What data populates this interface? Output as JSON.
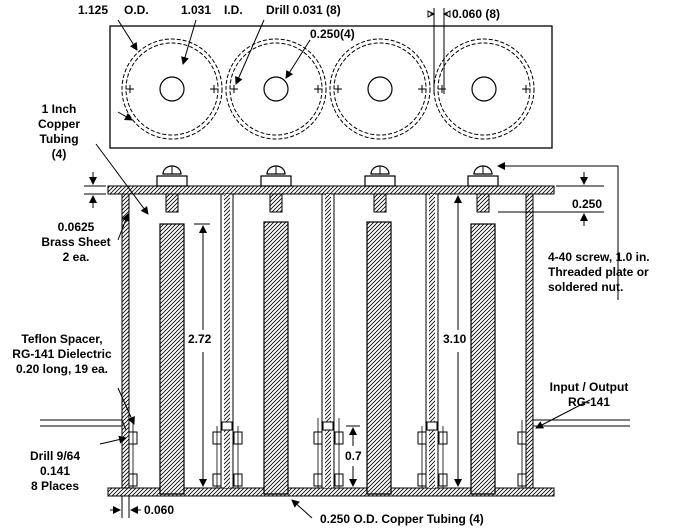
{
  "top_view": {
    "od_value": "1.125",
    "od_label": "O.D.",
    "id_value": "1.031",
    "id_label": "I.D.",
    "drill_label": "Drill 0.031 (8)",
    "hole_label": "0.250(4)",
    "gap_label": "0.060 (8)"
  },
  "left": {
    "copper_tubing": [
      "1 Inch",
      "Copper",
      "Tubing",
      "(4)"
    ],
    "brass_sheet": [
      "0.0625",
      "Brass Sheet",
      "2 ea."
    ],
    "teflon_spacer": [
      "Teflon Spacer,",
      "RG-141 Dielectric",
      "0.20 long, 19 ea."
    ],
    "drill": [
      "Drill 9/64",
      "0.141",
      "8 Places"
    ]
  },
  "right": {
    "screw_note": [
      "4-40 screw, 1.0  in.",
      "Threaded plate or",
      "soldered nut."
    ],
    "io_label": [
      "Input / Output",
      "RG-141"
    ],
    "dim_0250": "0.250"
  },
  "dims": {
    "d272": "2.72",
    "d310": "3.10",
    "d07": "0.7",
    "d060": "0.060",
    "bottom_tubing": "0.250  O.D. Copper Tubing (4)"
  }
}
